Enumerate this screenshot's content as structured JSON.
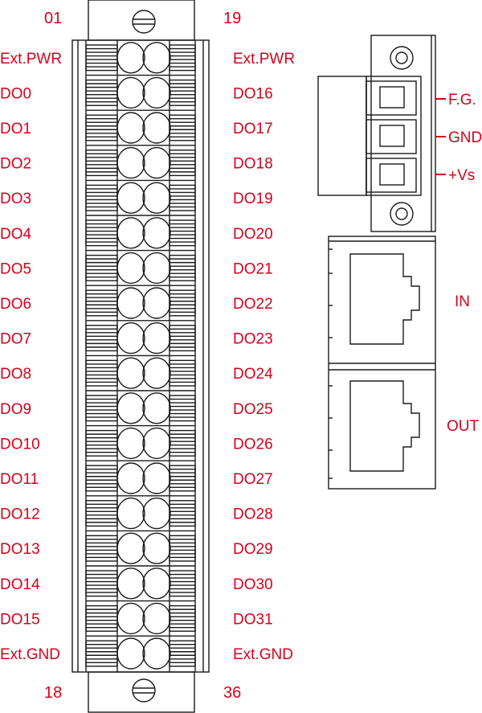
{
  "terminal_block": {
    "top_left_pin": "01",
    "top_right_pin": "19",
    "bottom_left_pin": "18",
    "bottom_right_pin": "36",
    "left_labels": [
      "Ext.PWR",
      "DO0",
      "DO1",
      "DO2",
      "DO3",
      "DO4",
      "DO5",
      "DO6",
      "DO7",
      "DO8",
      "DO9",
      "DO10",
      "DO11",
      "DO12",
      "DO13",
      "DO14",
      "DO15",
      "Ext.GND"
    ],
    "right_labels": [
      "Ext.PWR",
      "DO16",
      "DO17",
      "DO18",
      "DO19",
      "DO20",
      "DO21",
      "DO22",
      "DO23",
      "DO24",
      "DO25",
      "DO26",
      "DO27",
      "DO28",
      "DO29",
      "DO30",
      "DO31",
      "Ext.GND"
    ]
  },
  "power_connector": {
    "labels": [
      "F.G.",
      "GND",
      "+Vs"
    ]
  },
  "rj45_ports": {
    "labels": [
      "IN",
      "OUT"
    ]
  },
  "colors": {
    "label_red": "#d8001c",
    "line": "#1a1a1a"
  }
}
